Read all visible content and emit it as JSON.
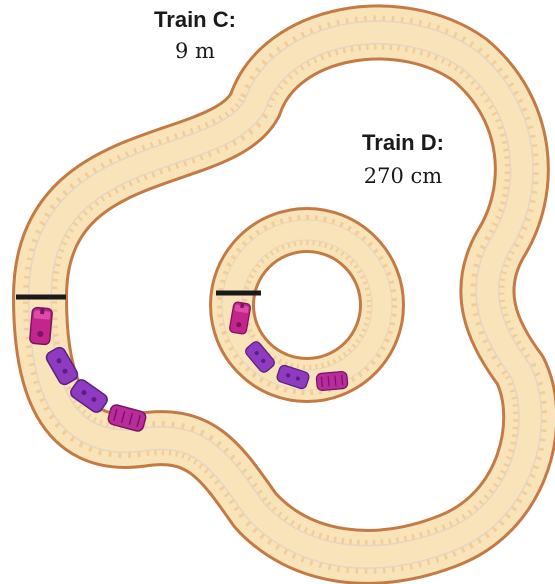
{
  "trains": [
    {
      "name": "Train C:",
      "distance": "9 m",
      "cars": 4
    },
    {
      "name": "Train D:",
      "distance": "270 cm",
      "cars": 4
    }
  ],
  "colors": {
    "track_border": "#c47a45",
    "track_fill": "#f9e3b9",
    "ties": "#f2cd95",
    "rails": "#e6d4c4",
    "start_line": "#1a1a1a",
    "engine": "#c2268c",
    "car_purple": "#8f3bc1",
    "car_magenta": "#b82c9e"
  },
  "icons": [
    "train-engine-icon",
    "train-car-icon"
  ]
}
